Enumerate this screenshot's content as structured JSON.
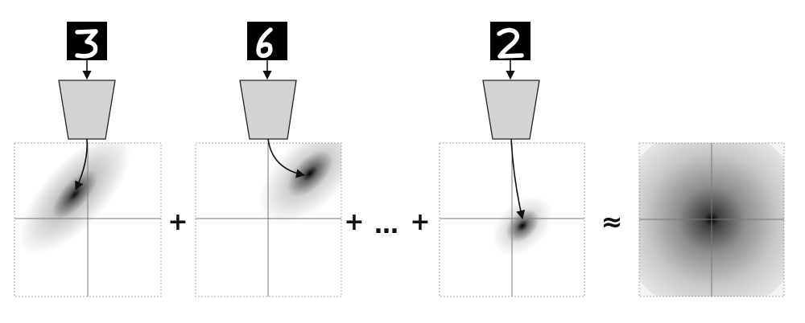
{
  "panels": [
    {
      "id": "digit-3",
      "digit": "3"
    },
    {
      "id": "digit-6",
      "digit": "6"
    },
    {
      "id": "digit-2",
      "digit": "2"
    }
  ],
  "operators": {
    "plus_1": "+",
    "plus_2": "+",
    "ellipsis": "…",
    "plus_3": "+",
    "approx": "≈"
  },
  "colors": {
    "encoder_fill": "#d3d3d3",
    "encoder_stroke": "#222222",
    "digit_background": "#000000",
    "digit_stroke": "#ffffff",
    "axis": "#7a7a7a",
    "frame": "#aaaaaa",
    "arrow": "#111111"
  }
}
